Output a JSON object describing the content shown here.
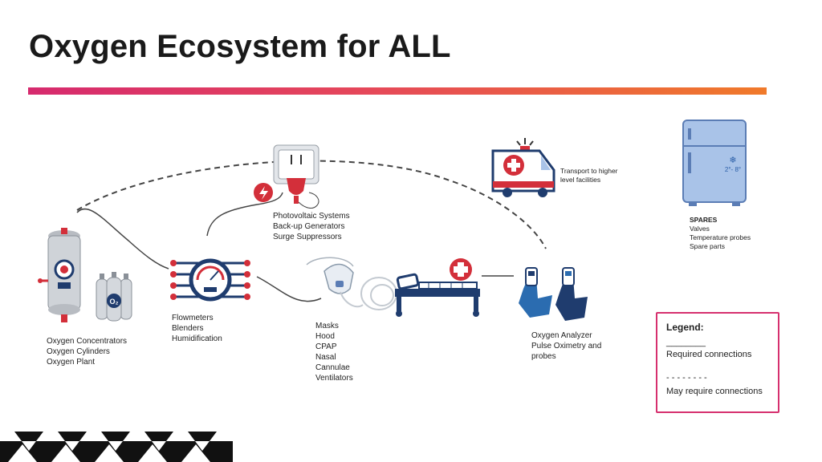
{
  "title": "Oxygen Ecosystem for ALL",
  "nodes": {
    "sources": {
      "lines": [
        "Oxygen Concentrators",
        "Oxygen Cylinders",
        "Oxygen Plant"
      ],
      "cylinder_tag": "O₂"
    },
    "flowmeters": {
      "lines": [
        "Flowmeters",
        "Blenders",
        "Humidification"
      ]
    },
    "power": {
      "lines": [
        "Photovoltaic Systems",
        "Back-up Generators",
        "Surge Suppressors"
      ]
    },
    "interfaces": {
      "lines": [
        "Masks",
        "Hood",
        "CPAP",
        "Nasal",
        "Cannulae",
        "Ventilators"
      ]
    },
    "analyzer": {
      "lines": [
        "Oxygen Analyzer",
        "Pulse Oximetry and",
        "probes"
      ]
    },
    "transport": {
      "lines": [
        "Transport to higher",
        "level facilities"
      ]
    },
    "spares": {
      "heading": "SPARES",
      "lines": [
        "Valves",
        "Temperature probes",
        "Spare parts"
      ],
      "fridge_temp": "2°- 8°"
    }
  },
  "legend": {
    "title": "Legend:",
    "solid_symbol": "________",
    "solid_label": "Required connections",
    "dashed_symbol": "- - - - - - - -",
    "dashed_label": "May require connections"
  },
  "colors": {
    "navy": "#1f3c6e",
    "red": "#d32f3a",
    "blue": "#2b6cb0",
    "light_blue": "#a9c3e8",
    "gradient_start": "#d62a6e",
    "gradient_end": "#f07a2a",
    "legend_border": "#d6306e"
  }
}
